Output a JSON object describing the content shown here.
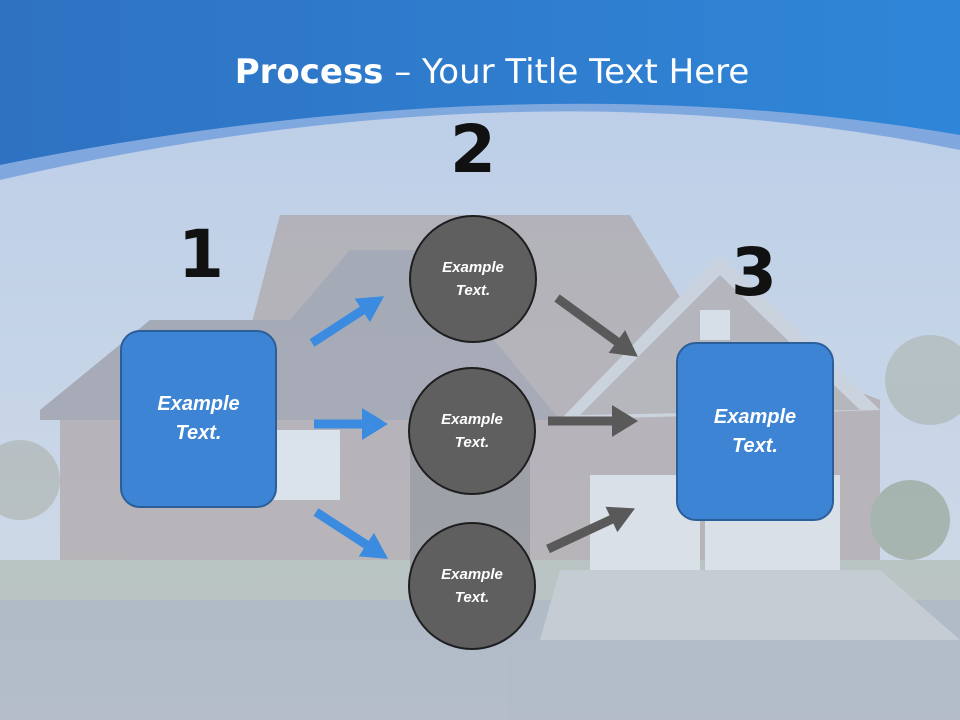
{
  "title": {
    "bold": "Process",
    "rest": " – Your Title Text Here"
  },
  "colors": {
    "header_blue": "#2f7fd0",
    "box_blue": "#3d84d4",
    "circle_gray": "#5f5f5f",
    "arrow_blue": "#3b8be0",
    "arrow_gray": "#595959"
  },
  "steps": {
    "one": {
      "number": "1",
      "box_text": "Example\nText."
    },
    "two": {
      "number": "2",
      "circles": [
        "Example\nText.",
        "Example\nText.",
        "Example\nText."
      ]
    },
    "three": {
      "number": "3",
      "box_text": "Example\nText."
    }
  }
}
